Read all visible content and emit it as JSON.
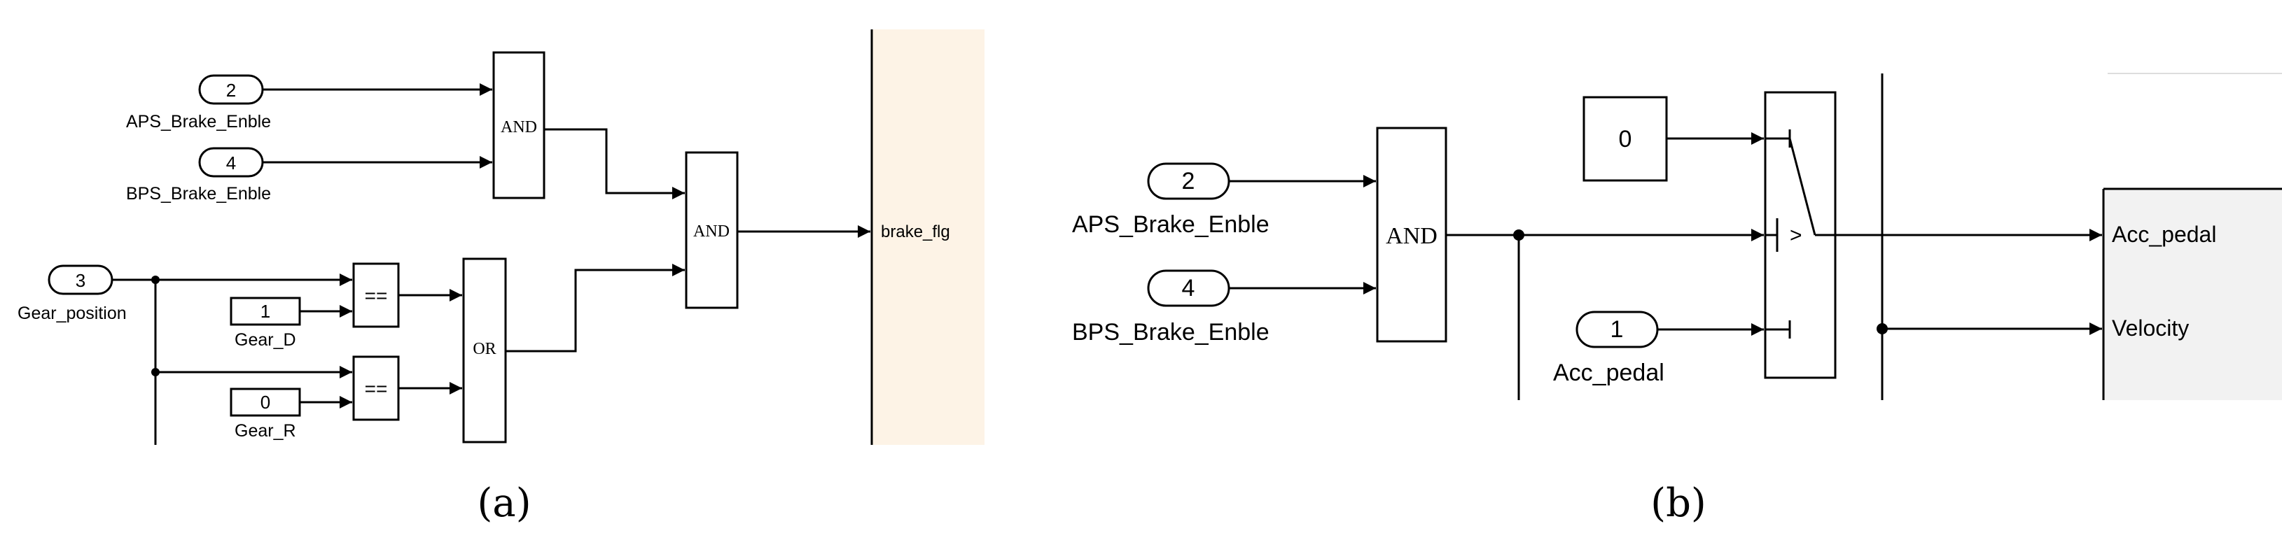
{
  "panel_a": {
    "caption": "(a)",
    "inports": [
      {
        "number": "2",
        "label": "APS_Brake_Enble"
      },
      {
        "number": "4",
        "label": "BPS_Brake_Enble"
      },
      {
        "number": "3",
        "label": "Gear_position"
      }
    ],
    "constants": [
      {
        "value": "1",
        "label": "Gear_D"
      },
      {
        "value": "0",
        "label": "Gear_R"
      }
    ],
    "relational_ops": [
      "==",
      "=="
    ],
    "logic": {
      "and1": "AND",
      "and2": "AND",
      "or": "OR"
    },
    "output_signal": "brake_flg"
  },
  "panel_b": {
    "caption": "(b)",
    "inports": [
      {
        "number": "2",
        "label": "APS_Brake_Enble"
      },
      {
        "number": "4",
        "label": "BPS_Brake_Enble"
      },
      {
        "number": "1",
        "label": "Acc_pedal"
      }
    ],
    "constant": "0",
    "logic_and": "AND",
    "switch_criteria": ">",
    "outputs": [
      "Acc_pedal",
      "Velocity"
    ]
  },
  "colors": {
    "line": "#000000",
    "subsystem_fill": "#fdf3e6",
    "subsystem_b_fill": "#f2f2f2"
  }
}
